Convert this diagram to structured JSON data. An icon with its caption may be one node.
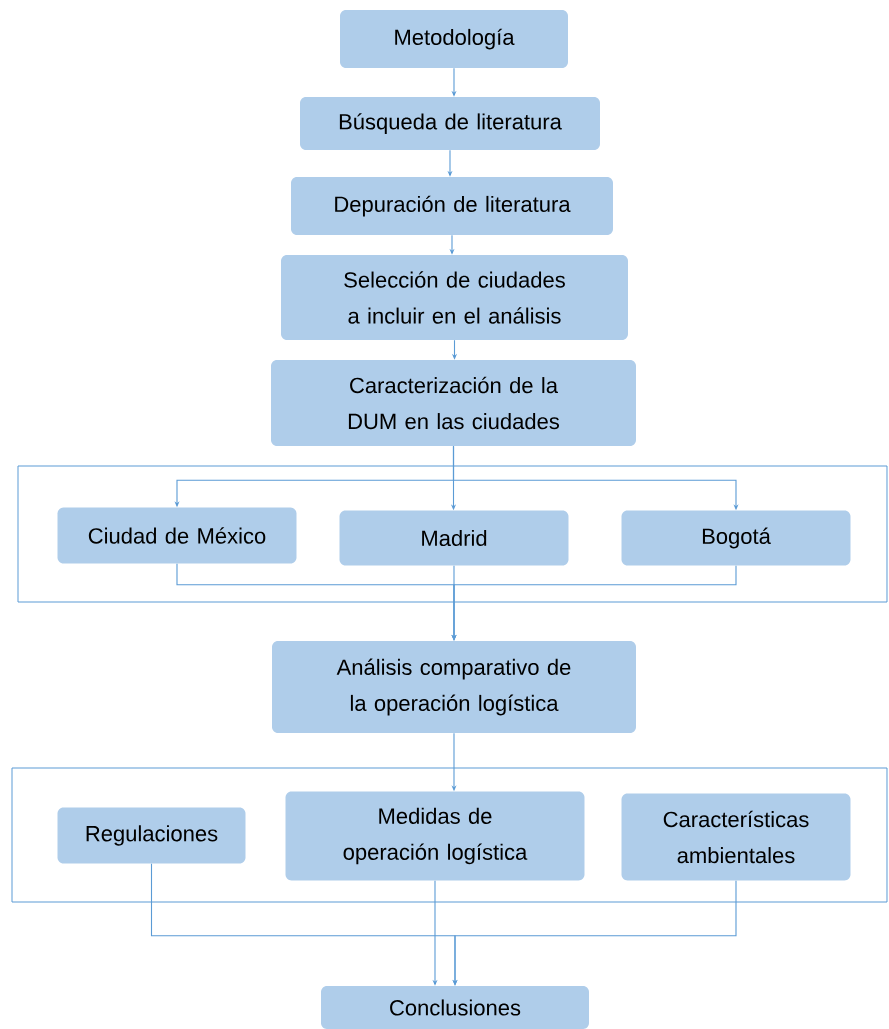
{
  "diagram": {
    "nodes": [
      {
        "text": [
          "Metodología"
        ]
      },
      {
        "text": [
          "Búsqueda de literatura"
        ]
      },
      {
        "text": [
          "Depuración de literatura"
        ]
      },
      {
        "text": [
          "Selección de ciudades a incluir en el análisis"
        ]
      },
      {
        "text": [
          "Caracterización de la DUM en las ciudades"
        ]
      },
      {
        "text": [],
        "shape": "box"
      },
      {
        "text": [
          "Ciudad de México"
        ],
        "in": 5
      },
      {
        "text": [
          "Madrid"
        ],
        "in": 5
      },
      {
        "text": [
          "Bogotá"
        ],
        "in": 5
      },
      {
        "text": [
          "Análisis comparativo de la operación logística"
        ]
      },
      {
        "text": [],
        "shape": "box"
      },
      {
        "text": [
          "Regulaciones"
        ],
        "in": 10
      },
      {
        "text": [
          "Medidas de operación logística"
        ],
        "in": 10
      },
      {
        "text": [
          "Características ambientales"
        ],
        "in": 10
      },
      {
        "text": [
          "Conclusiones"
        ]
      }
    ],
    "edges": [
      {
        "from": 0,
        "to": 1,
        "arrow": "to"
      },
      {
        "from": 1,
        "to": 2,
        "arrow": "to"
      },
      {
        "from": 2,
        "to": 3,
        "arrow": "to"
      },
      {
        "from": 3,
        "to": 4,
        "arrow": "to"
      },
      {
        "from": 4,
        "to": 6,
        "arrow": "to"
      },
      {
        "from": 4,
        "to": 7,
        "arrow": "to"
      },
      {
        "from": 4,
        "to": 8,
        "arrow": "to"
      },
      {
        "from": 6,
        "to": 9,
        "arrow": "to"
      },
      {
        "from": 7,
        "to": 9,
        "arrow": "to"
      },
      {
        "from": 8,
        "to": 9,
        "arrow": "to"
      },
      {
        "from": 9,
        "to": 12,
        "arrow": "to"
      },
      {
        "from": 11,
        "to": 14,
        "arrow": "to"
      },
      {
        "from": 12,
        "to": 14,
        "arrow": "to"
      },
      {
        "from": 13,
        "to": 14,
        "arrow": "to"
      }
    ]
  }
}
